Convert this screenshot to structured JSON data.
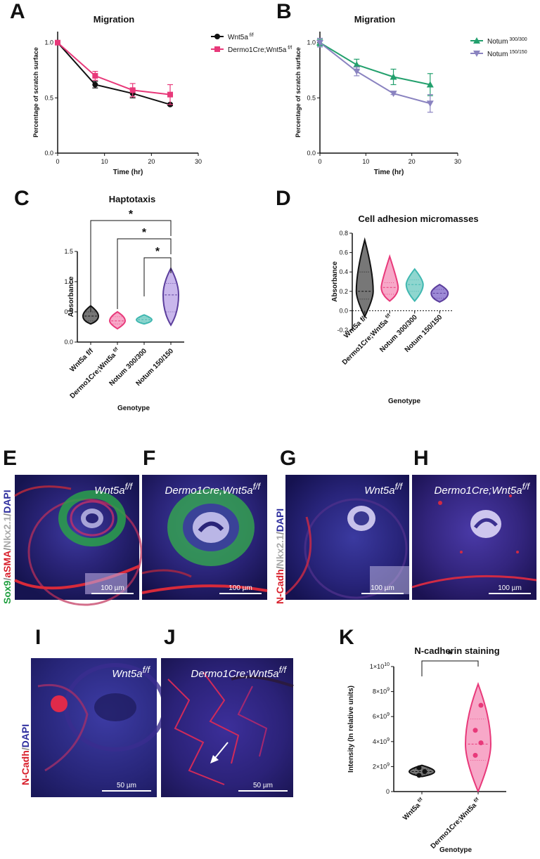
{
  "panels": {
    "A": "A",
    "B": "B",
    "C": "C",
    "D": "D",
    "E": "E",
    "F": "F",
    "G": "G",
    "H": "H",
    "I": "I",
    "J": "J",
    "K": "K"
  },
  "colors": {
    "black": "#111111",
    "pink": "#e8397a",
    "green": "#23a06d",
    "lavender": "#8a83c0",
    "teal": "#3fb7b0",
    "purple": "#5b3e9c",
    "gray": "#777777"
  },
  "chart_data": [
    {
      "id": "A",
      "type": "line",
      "title": "Migration",
      "xlabel": "Time (hr)",
      "ylabel": "Percentage of scratch surface",
      "xlim": [
        0,
        30
      ],
      "ylim": [
        0,
        1.1
      ],
      "xticks": [
        "0",
        "10",
        "20",
        "30"
      ],
      "yticks": [
        "0.0",
        "0.5",
        "1.0"
      ],
      "legend_position": "top-right",
      "series": [
        {
          "name": "Wnt5a",
          "sup": "f/f",
          "color": "#111111",
          "marker": "circle",
          "x": [
            0,
            8,
            16,
            24
          ],
          "y": [
            1.0,
            0.62,
            0.54,
            0.44
          ],
          "err": [
            0.02,
            0.03,
            0.04,
            0.01
          ]
        },
        {
          "name": "Dermo1Cre;Wnt5a",
          "sup": "f/f",
          "color": "#e8397a",
          "marker": "square",
          "x": [
            0,
            8,
            16,
            24
          ],
          "y": [
            1.0,
            0.7,
            0.57,
            0.53
          ],
          "err": [
            0.02,
            0.04,
            0.06,
            0.09
          ]
        }
      ]
    },
    {
      "id": "B",
      "type": "line",
      "title": "Migration",
      "xlabel": "Time (hr)",
      "ylabel": "Percentage of scratch surface",
      "xlim": [
        0,
        30
      ],
      "ylim": [
        0,
        1.1
      ],
      "xticks": [
        "0",
        "10",
        "20",
        "30"
      ],
      "yticks": [
        "0.0",
        "0.5",
        "1.0"
      ],
      "legend_position": "top-right",
      "series": [
        {
          "name": "Notum",
          "sup": "300/300",
          "color": "#23a06d",
          "marker": "triangle-up",
          "x": [
            0,
            8,
            16,
            24
          ],
          "y": [
            1.0,
            0.8,
            0.69,
            0.62
          ],
          "err": [
            0.03,
            0.05,
            0.07,
            0.1
          ]
        },
        {
          "name": "Notum",
          "sup": "150/150",
          "color": "#8a83c0",
          "marker": "triangle-down",
          "x": [
            0,
            8,
            16,
            24
          ],
          "y": [
            1.0,
            0.74,
            0.54,
            0.45
          ],
          "err": [
            0.04,
            0.04,
            0.01,
            0.08
          ]
        }
      ]
    },
    {
      "id": "C",
      "type": "violin",
      "title": "Haptotaxis",
      "xlabel": "Genotype",
      "ylabel": "Absorbance",
      "ylim": [
        0,
        1.5
      ],
      "yticks": [
        "0.0",
        "0.5",
        "1.0",
        "1.5"
      ],
      "categories": [
        "Wnt5a f/f",
        "Dermo1Cre;Wnt5a f/f",
        "Notum 300/300",
        "Notum 150/150"
      ],
      "sups": [
        "",
        "f/f",
        "",
        ""
      ],
      "colors": [
        "#111111",
        "#e8397a",
        "#3fb7b0",
        "#5b3e9c"
      ],
      "fills": [
        "#777777",
        "#f7a8c8",
        "#8fd6cf",
        "#c9b7ec"
      ],
      "min": [
        0.3,
        0.22,
        0.3,
        0.28
      ],
      "max": [
        0.6,
        0.5,
        0.45,
        1.22
      ],
      "q1": [
        0.35,
        0.3,
        0.33,
        0.5
      ],
      "median": [
        0.43,
        0.35,
        0.37,
        0.78
      ],
      "q3": [
        0.5,
        0.42,
        0.4,
        0.97
      ],
      "significance": [
        {
          "from": 0,
          "to": 3,
          "label": "*"
        },
        {
          "from": 1,
          "to": 3,
          "label": "*"
        },
        {
          "from": 2,
          "to": 3,
          "label": "*"
        }
      ]
    },
    {
      "id": "D",
      "type": "violin",
      "title": "Cell adhesion micromasses",
      "xlabel": "Genotype",
      "ylabel": "Absorbance",
      "ylim": [
        -0.2,
        0.8
      ],
      "yticks": [
        "-0.2",
        "0.0",
        "0.2",
        "0.4",
        "0.6",
        "0.8"
      ],
      "categories": [
        "Wnt5a f/f",
        "Dermo1Cre;Wnt5a f/f",
        "Notum 300/300",
        "Notum 150/150"
      ],
      "sups": [
        "",
        "f/f",
        "",
        ""
      ],
      "colors": [
        "#111111",
        "#e8397a",
        "#3fb7b0",
        "#5b3e9c"
      ],
      "fills": [
        "#777777",
        "#f7a8c8",
        "#8fd6cf",
        "#9d8ad6"
      ],
      "min": [
        -0.06,
        0.1,
        0.1,
        0.09
      ],
      "max": [
        0.73,
        0.56,
        0.43,
        0.27
      ],
      "q1": [
        0.12,
        0.17,
        0.2,
        0.13
      ],
      "median": [
        0.2,
        0.24,
        0.27,
        0.18
      ],
      "q3": [
        0.4,
        0.29,
        0.32,
        0.22
      ]
    },
    {
      "id": "K",
      "type": "violin",
      "title": "N-cadherin staining",
      "xlabel": "Genotype",
      "ylabel": "Intensity (In relative units)",
      "ylim": [
        0,
        10000000000
      ],
      "yticks": [
        {
          "base": "0",
          "exp": ""
        },
        {
          "base": "2×10",
          "exp": "9"
        },
        {
          "base": "4×10",
          "exp": "9"
        },
        {
          "base": "6×10",
          "exp": "9"
        },
        {
          "base": "8×10",
          "exp": "9"
        },
        {
          "base": "1×10",
          "exp": "10"
        }
      ],
      "categories": [
        "Wnt5a f/f",
        "Dermo1Cre;Wnt5a f/f"
      ],
      "sups": [
        "f/f",
        "f/f"
      ],
      "colors": [
        "#111111",
        "#e8397a"
      ],
      "fills": [
        "#777777",
        "#f7a8c8"
      ],
      "min": [
        1200000000,
        0
      ],
      "max": [
        2100000000,
        8600000000
      ],
      "q1": [
        1400000000,
        2500000000
      ],
      "median": [
        1600000000,
        3800000000
      ],
      "q3": [
        1800000000,
        5800000000
      ],
      "points": [
        [
          1300000000,
          1600000000,
          1900000000
        ],
        [
          2900000000,
          3900000000,
          4900000000,
          6900000000
        ]
      ],
      "significance": [
        {
          "from": 0,
          "to": 1,
          "label": "*"
        }
      ]
    }
  ],
  "micrographs": {
    "E": {
      "label": "Wnt5a",
      "sup": "f/f",
      "scale": "100 µm"
    },
    "F": {
      "label": "Dermo1Cre;Wnt5a",
      "sup": "f/f",
      "scale": "100 µm"
    },
    "G": {
      "label": "Wnt5a",
      "sup": "f/f",
      "scale": "100 µm"
    },
    "H": {
      "label": "Dermo1Cre;Wnt5a",
      "sup": "f/f",
      "scale": "100 µm"
    },
    "I": {
      "label": "Wnt5a",
      "sup": "f/f",
      "scale": "50 µm"
    },
    "J": {
      "label": "Dermo1Cre;Wnt5a",
      "sup": "f/f",
      "scale": "50 µm"
    }
  },
  "stain_labels": {
    "EF": [
      {
        "t": "Sox9",
        "c": "#1e9e3e"
      },
      {
        "t": "/",
        "c": "#888888"
      },
      {
        "t": "aSMA",
        "c": "#d81e2a"
      },
      {
        "t": "/",
        "c": "#888888"
      },
      {
        "t": "Nkx2.1",
        "c": "#aaaaaa"
      },
      {
        "t": "/",
        "c": "#888888"
      },
      {
        "t": "DAPI",
        "c": "#2e2e9e"
      }
    ],
    "GH": [
      {
        "t": "N-Cadh",
        "c": "#d81e2a"
      },
      {
        "t": "/",
        "c": "#888888"
      },
      {
        "t": "Nkx2.1",
        "c": "#aaaaaa"
      },
      {
        "t": "/",
        "c": "#888888"
      },
      {
        "t": "DAPI",
        "c": "#2e2e9e"
      }
    ],
    "IJ": [
      {
        "t": "N-Cadh",
        "c": "#d81e2a"
      },
      {
        "t": "/",
        "c": "#888888"
      },
      {
        "t": "DAPI",
        "c": "#2e2e9e"
      }
    ]
  }
}
